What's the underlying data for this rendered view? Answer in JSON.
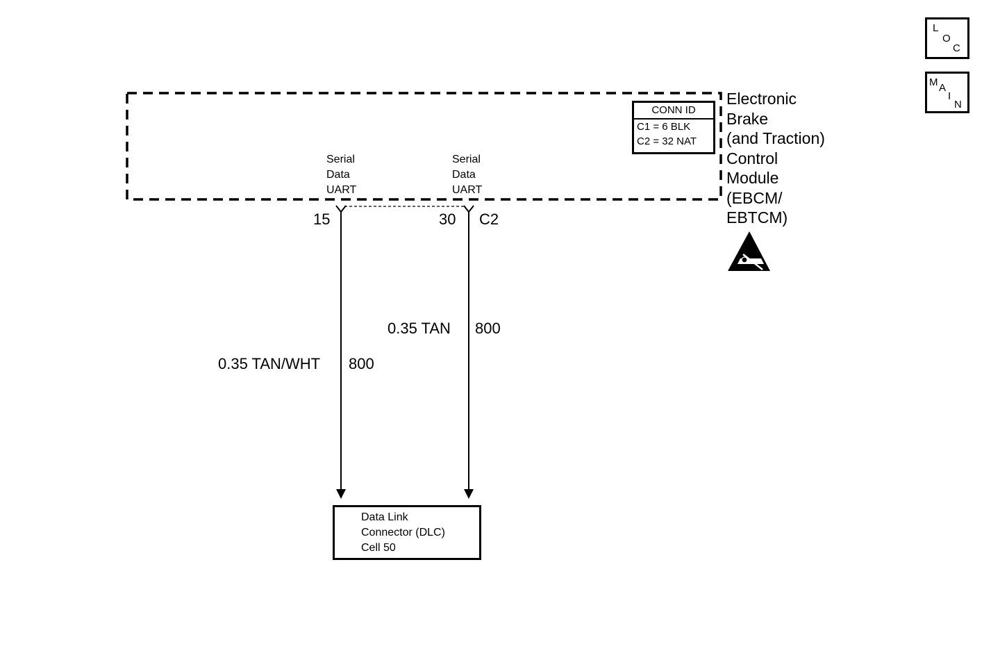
{
  "navigation": {
    "loc_letters": [
      "L",
      "O",
      "C"
    ],
    "main_letters": [
      "M",
      "A",
      "I",
      "N"
    ]
  },
  "module": {
    "name_lines": [
      "Electronic",
      "Brake",
      "(and Traction)",
      "Control",
      "Module",
      "(EBCM/",
      "EBTCM)"
    ],
    "esd_icon": "esd-warning-icon",
    "conn_id": {
      "title": "CONN ID",
      "rows": [
        "C1 = 6 BLK",
        "C2 = 32 NAT"
      ]
    }
  },
  "pins": [
    {
      "label_lines": [
        "Serial",
        "Data",
        "UART"
      ],
      "pin_number": "15",
      "connector": ""
    },
    {
      "label_lines": [
        "Serial",
        "Data",
        "UART"
      ],
      "pin_number": "30",
      "connector": "C2"
    }
  ],
  "wires": [
    {
      "spec": "0.35 TAN/WHT",
      "circuit": "800"
    },
    {
      "spec": "0.35 TAN",
      "circuit": "800"
    }
  ],
  "dlc": {
    "lines": [
      "Data Link",
      "Connector (DLC)",
      "Cell 50"
    ]
  },
  "colors": {
    "ink": "#000000",
    "background": "#ffffff"
  }
}
